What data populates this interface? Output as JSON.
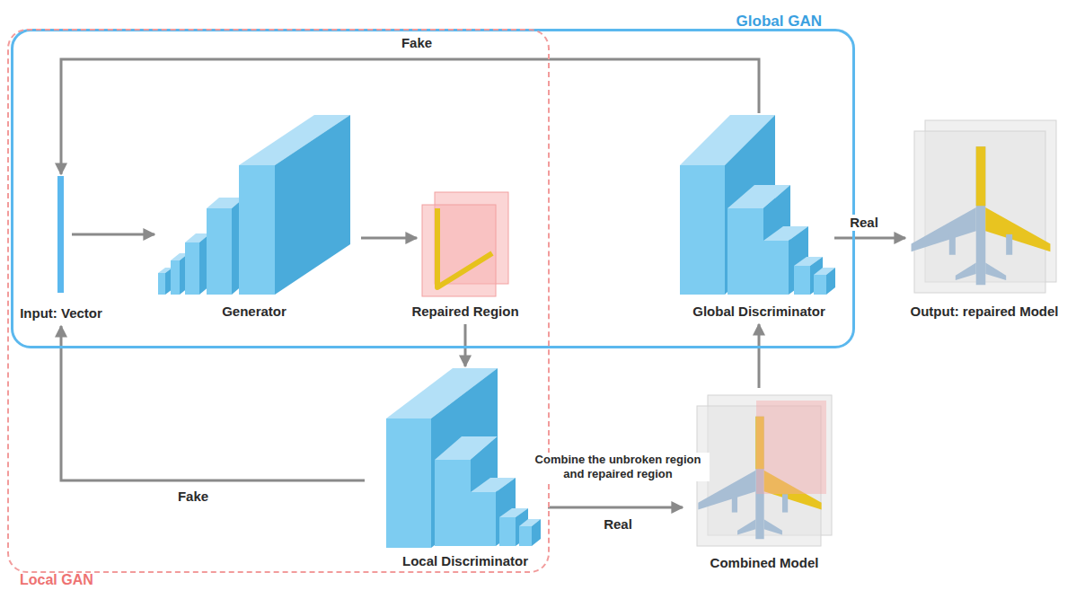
{
  "diagram": {
    "nodes": [
      {
        "text": [
          "Global GAN"
        ]
      },
      {
        "text": [
          "Local GAN"
        ]
      },
      {
        "text": [
          "Input: Vector"
        ],
        "in": 0
      },
      {
        "text": [
          "Generator"
        ],
        "in": 0
      },
      {
        "text": [
          "Repaired Region"
        ],
        "in": 0
      },
      {
        "text": [
          "Global Discriminator"
        ],
        "in": 0
      },
      {
        "text": [
          "Output: repaired Model"
        ]
      },
      {
        "text": [
          "Local Discriminator"
        ],
        "in": 1
      },
      {
        "text": [
          "Combined Model"
        ]
      }
    ],
    "edges": [
      {
        "from": 5,
        "to": 2,
        "arrow": "to",
        "label": "Fake"
      },
      {
        "from": 2,
        "to": 3,
        "arrow": "to"
      },
      {
        "from": 3,
        "to": 4,
        "arrow": "to"
      },
      {
        "from": 4,
        "to": 7,
        "arrow": "to"
      },
      {
        "from": 7,
        "to": 2,
        "arrow": "to",
        "label": "Fake"
      },
      {
        "from": 7,
        "to": 8,
        "arrow": "to",
        "label": "Real"
      },
      {
        "from": 8,
        "to": 5,
        "arrow": "to"
      },
      {
        "from": 5,
        "to": 6,
        "arrow": "to",
        "label": "Real"
      }
    ],
    "labels": [
      "Combine the unbroken region and repaired region"
    ]
  }
}
